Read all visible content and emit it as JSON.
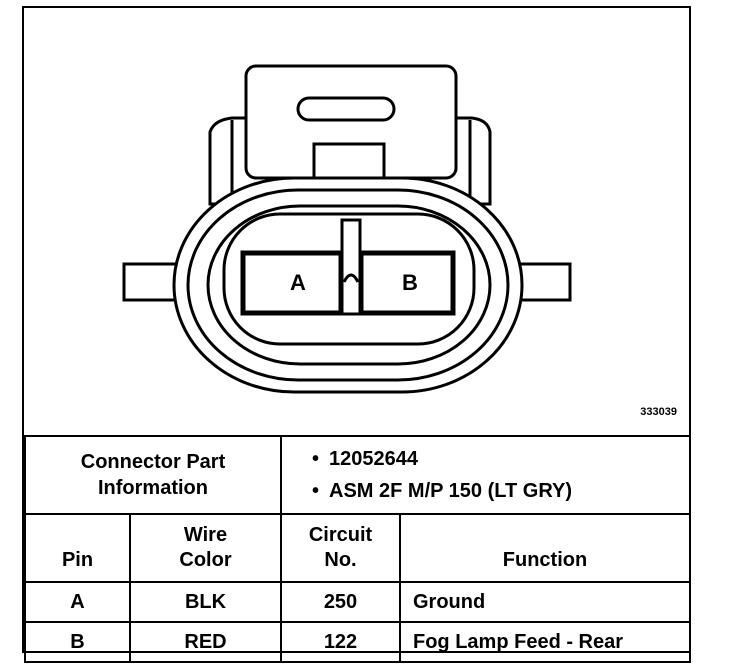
{
  "figure": {
    "id": "333039",
    "cavity_labels": [
      "A",
      "B"
    ]
  },
  "connector_info": {
    "label_line1": "Connector Part",
    "label_line2": "Information",
    "parts": [
      "12052644",
      "ASM 2F M/P 150 (LT GRY)"
    ]
  },
  "table": {
    "headers": {
      "pin": "Pin",
      "wire_color_1": "Wire",
      "wire_color_2": "Color",
      "circuit_1": "Circuit",
      "circuit_2": "No.",
      "function": "Function"
    },
    "rows": [
      {
        "pin": "A",
        "wire_color": "BLK",
        "circuit": "250",
        "function": "Ground"
      },
      {
        "pin": "B",
        "wire_color": "RED",
        "circuit": "122",
        "function": "Fog Lamp Feed - Rear"
      }
    ]
  }
}
